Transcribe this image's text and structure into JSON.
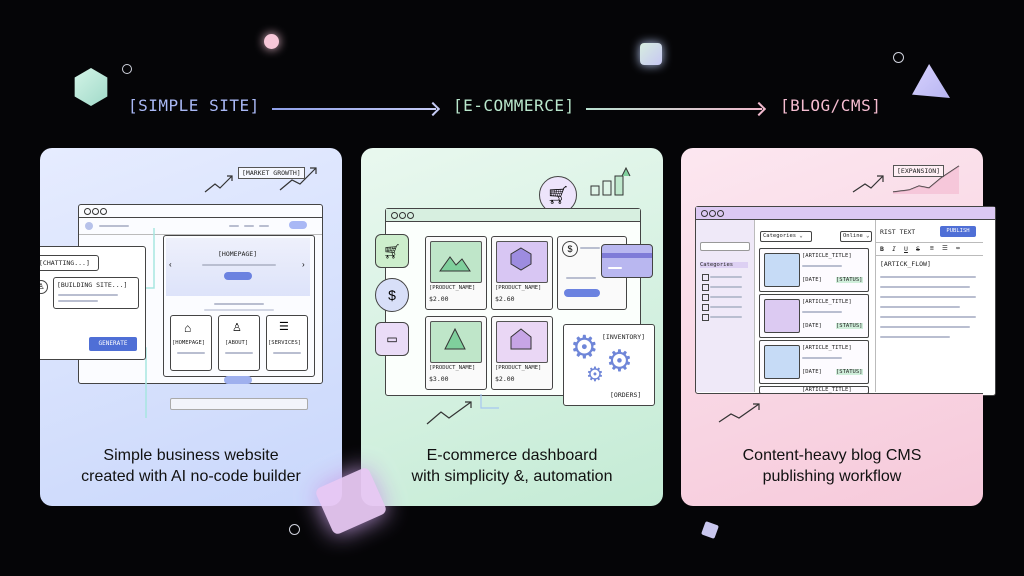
{
  "flow": {
    "step1": "[SIMPLE SITE]",
    "step2": "[E-COMMERCE]",
    "step3": "[BLOG/CMS]",
    "colors": {
      "step1": "#a9b8f5",
      "step2": "#b9e7cc",
      "step3": "#f5bcd0"
    }
  },
  "card1": {
    "caption_line1": "Simple business website",
    "caption_line2": "created with AI no-code builder",
    "market_label": "[MARKET GROWTH]",
    "chat_bubble": "[CHATTING...]",
    "building_bubble": "[BUILDING SITE...]",
    "generate_button": "GENERATE",
    "homepage_banner": "[HOMEPAGE]",
    "tiles": [
      "[HOMEPAGE]",
      "[ABOUT]",
      "[SERVICES]"
    ]
  },
  "card2": {
    "caption_line1": "E-commerce dashboard",
    "caption_line2": "with simplicity &, automation",
    "products": [
      {
        "name": "[PRODUCT_NAME]",
        "price": "$2.00"
      },
      {
        "name": "[PRODUCT_NAME]",
        "price": "$2.60"
      },
      {
        "name": "[PRODUCT_NAME]",
        "price": "$3.00"
      },
      {
        "name": "[PRODUCT_NAME]",
        "price": "$2.00"
      }
    ],
    "inventory_label": "[INVENTORY]",
    "orders_label": "[ORDERS]"
  },
  "card3": {
    "caption_line1": "Content-heavy blog CMS",
    "caption_line2": "publishing workflow",
    "expansion_label": "[EXPANSION]",
    "categories_dropdown": "Categories",
    "online_dropdown": "Online",
    "sidebar_heading": "Categories",
    "editor_title": "RIST TEXT",
    "publish_button": "PUBLISH",
    "toolbar": [
      "B",
      "I",
      "U",
      "S"
    ],
    "editor_content": "[ARTICK_FLOW]",
    "articles": [
      {
        "title": "[ARTICLE_TITLE]",
        "date": "[DATE]",
        "status": "[STATUS]"
      },
      {
        "title": "[ARTICLE_TITLE]",
        "date": "[DATE]",
        "status": "[STATUS]"
      },
      {
        "title": "[ARTICLE_TITLE]",
        "date": "[DATE]",
        "status": "[STATUS]"
      },
      {
        "title": "[ARTICLE_TITLE]",
        "date": "",
        "status": ""
      }
    ]
  }
}
